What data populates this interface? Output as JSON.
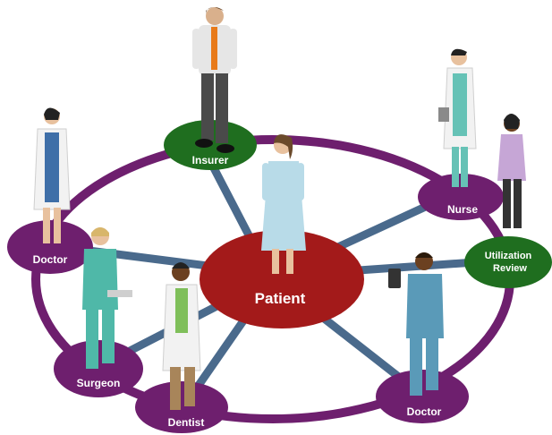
{
  "diagram": {
    "center": {
      "label": "Patient"
    },
    "nodes": {
      "insurer": {
        "label": "Insurer"
      },
      "nurse": {
        "label": "Nurse"
      },
      "utilization": {
        "line1": "Utilization",
        "line2": "Review"
      },
      "doctor_left": {
        "label": "Doctor"
      },
      "doctor_right": {
        "label": "Doctor"
      },
      "surgeon": {
        "label": "Surgeon"
      },
      "dentist": {
        "label": "Dentist"
      }
    },
    "colors": {
      "ring": "#6e1f6e",
      "spoke": "#4a6a8c",
      "center": "#a31a1a",
      "purple_node": "#6e1f6e",
      "green_node": "#1f6e1f"
    }
  }
}
